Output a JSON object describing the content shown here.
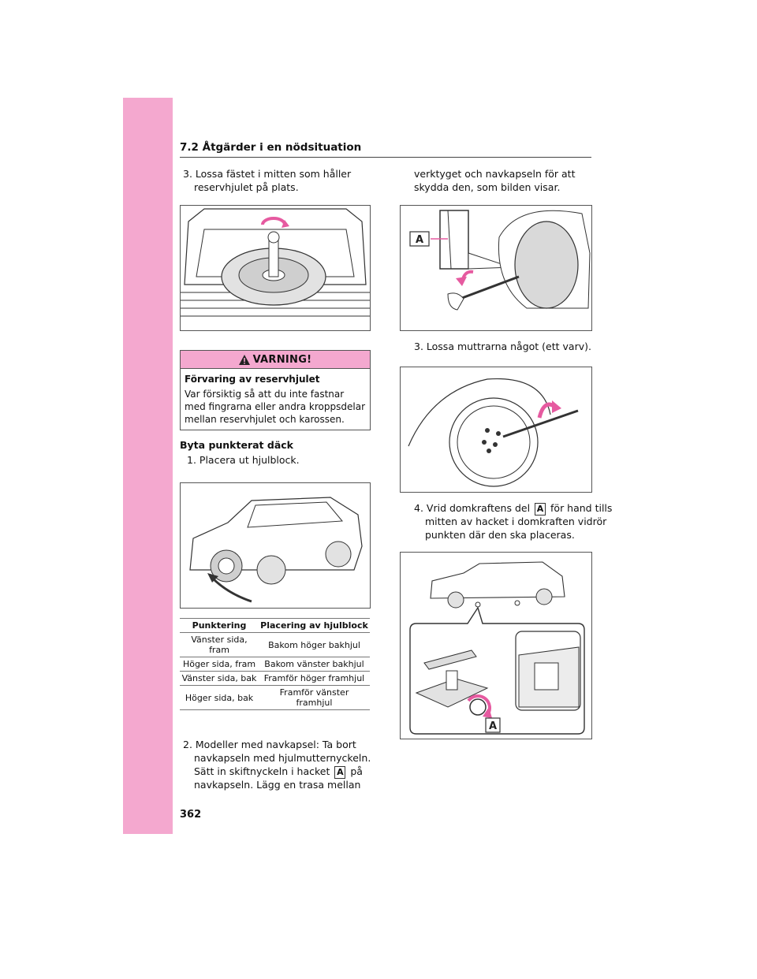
{
  "header": {
    "section_title": "7.2 Åtgärder i en nödsituation"
  },
  "left_column": {
    "step3": "3. Lossa fästet i mitten som håller",
    "step3_cont": "reservhjulet på plats.",
    "warning": {
      "heading": "VARNING!",
      "title": "Förvaring av reservhjulet",
      "body": "Var försiktig så att du inte fastnar med fingrarna eller andra kroppsdelar mellan reservhjulet och karossen."
    },
    "subheading": "Byta punkterat däck",
    "step1": "1. Placera ut hjulblock.",
    "table": {
      "headers": [
        "Punktering",
        "Placering av hjulblock"
      ],
      "rows": [
        [
          "Vänster sida, fram",
          "Bakom höger bakhjul"
        ],
        [
          "Höger sida, fram",
          "Bakom vänster bakhjul"
        ],
        [
          "Vänster sida, bak",
          "Framför höger framhjul"
        ],
        [
          "Höger sida, bak",
          "Framför vänster framhjul"
        ]
      ]
    },
    "step2": "2. Modeller med navkapsel: Ta bort",
    "step2_cont": "navkapseln med hjulmutternyckeln.",
    "step2_b1": "Sätt in skiftnyckeln i hacket",
    "step2_b_badge": "A",
    "step2_b2": "på",
    "step2_b3": "navkapseln. Lägg en trasa mellan"
  },
  "right_column": {
    "cont1": "verktyget och navkapseln för att",
    "cont2": "skydda den, som bilden visar.",
    "fig_label_a": "A",
    "step3": "3. Lossa muttrarna något (ett varv).",
    "step4_a": "4. Vrid domkraftens del",
    "step4_badge": "A",
    "step4_b": "för hand tills",
    "step4_cont1": "mitten av hacket i domkraften vidrör",
    "step4_cont2": "punkten där den ska placeras.",
    "fig4_label_a": "A"
  },
  "footer": {
    "page_number": "362"
  },
  "colors": {
    "accent_pink": "#f4a8cf",
    "arrow_pink": "#e65aa0"
  }
}
